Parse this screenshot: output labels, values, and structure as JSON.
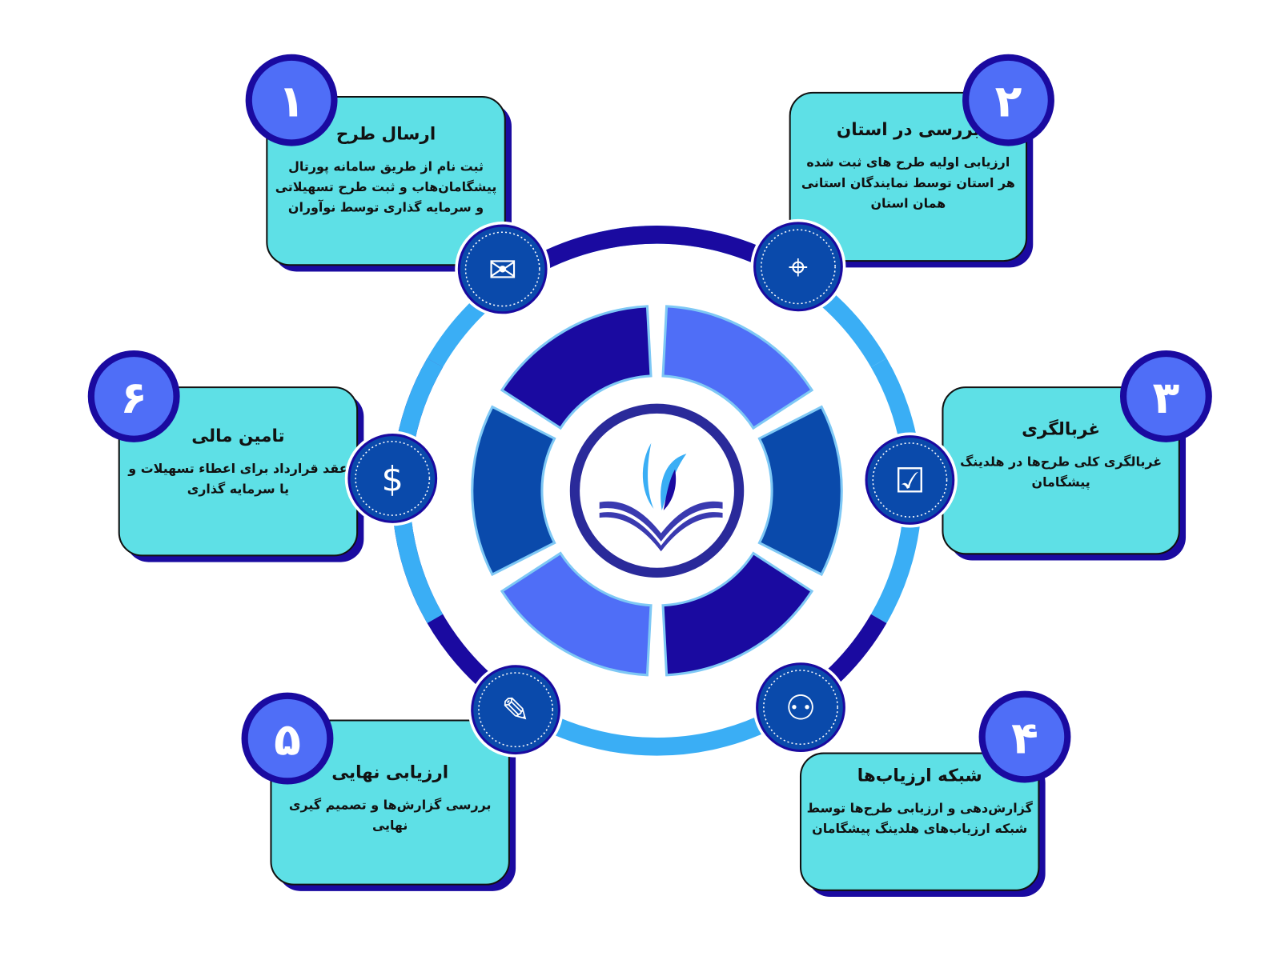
{
  "colors": {
    "card": "#5ee0e6",
    "card_shadow": "#1a0aa0",
    "badge": "#4f6ef7",
    "badge_border": "#1a0aa0",
    "navy": "#1a0aa0",
    "light_blue": "#3aaef5",
    "mid_blue": "#0a4aab",
    "periwinkle": "#4f6ef7",
    "icon_bg": "#0a4aab"
  },
  "steps": [
    {
      "number": "۱",
      "title": "ارسال طرح",
      "lines": [
        "ثبت نام از طریق سامانه پورتال",
        "پیشگامان‌هاب و ثبت طرح تسهیلاتی",
        "و سرمایه گذاری توسط نوآوران"
      ],
      "icon": "envelope-document-icon"
    },
    {
      "number": "۲",
      "title": "بررسی در استان",
      "lines": [
        "ارزیابی اولیه طرح های ثبت شده",
        "هر استان توسط نمایندگان استانی",
        "همان استان"
      ],
      "icon": "map-pins-icon"
    },
    {
      "number": "۳",
      "title": "غربالگری",
      "lines": [
        "غربالگری کلی طرح‌ها در هلدینگ",
        "پیشگامان"
      ],
      "icon": "checklist-magnifier-icon"
    },
    {
      "number": "۴",
      "title": "شبکه ارزیاب‌ها",
      "lines": [
        "گزارش‌دهی و ارزیابی طرح‌ها توسط",
        "شبکه ارزیاب‌های هلدینگ پیشگامان"
      ],
      "icon": "network-people-icon"
    },
    {
      "number": "۵",
      "title": "ارزیابی نهایی",
      "lines": [
        "بررسی گزارش‌ها و تصمیم گیری",
        "نهایی"
      ],
      "icon": "checkbox-pen-icon"
    },
    {
      "number": "۶",
      "title": "تامین مالی",
      "lines": [
        "عقد قرارداد برای اعطاء تسهیلات و",
        "یا سرمایه گذاری"
      ],
      "icon": "financial-report-icon"
    }
  ]
}
